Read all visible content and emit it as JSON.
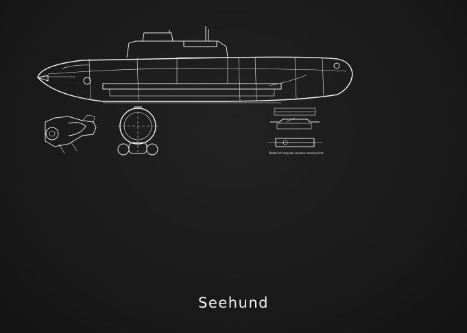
{
  "title": "Seehund",
  "detail_caption": "Detail of torpedo release mechanism",
  "palette": {
    "background": "#1b1b1b",
    "line": "#e9e9e9"
  },
  "views": [
    "side-profile-upper",
    "side-section",
    "top-plan",
    "front-view",
    "rear-view",
    "cross-sections",
    "torpedo-release-detail"
  ]
}
